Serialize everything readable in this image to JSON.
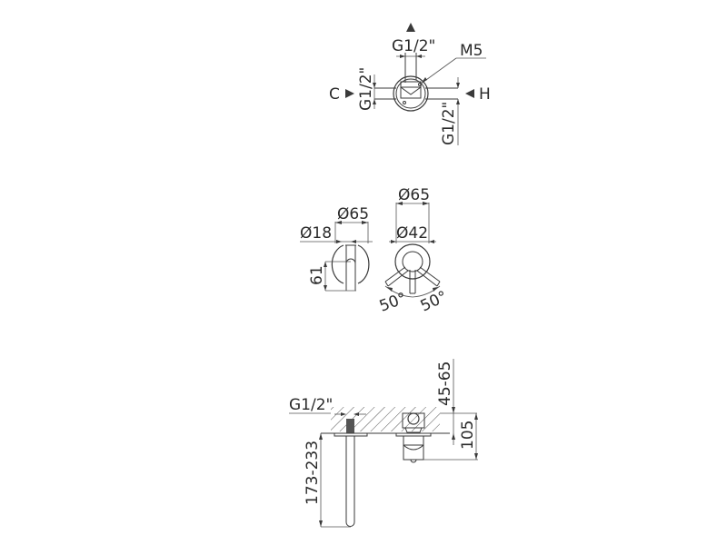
{
  "drawing": {
    "title": "Wall-mounted mixer technical drawing",
    "views": {
      "top": {
        "labels": {
          "top_thread": "G1/2\"",
          "screw": "M5",
          "left_thread": "G1/2\"",
          "right_thread": "G1/2\"",
          "cold": "C",
          "hot": "H"
        }
      },
      "front": {
        "labels": {
          "side_diameter_outer": "Ø65",
          "handle_diameter": "Ø18",
          "side_height": "61",
          "front_diameter_outer": "Ø65",
          "front_diameter_inner": "Ø42",
          "angle_left": "50°",
          "angle_right": "50°"
        }
      },
      "side": {
        "labels": {
          "spout_thread": "G1/2\"",
          "wall_depth": "45-65",
          "body_projection": "105",
          "spout_length": "173-233"
        }
      }
    },
    "colors": {
      "line": "#3a3a3a",
      "text": "#2a2a2a",
      "background": "#ffffff"
    }
  }
}
